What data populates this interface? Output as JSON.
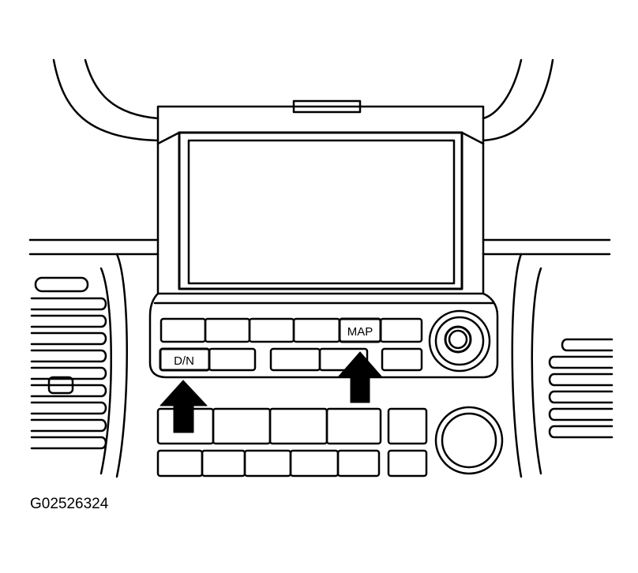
{
  "labels": {
    "dn": "D/N",
    "map": "MAP"
  },
  "figure_id": "G02526324",
  "colors": {
    "ink": "#000000",
    "paper": "#ffffff"
  },
  "icons": [
    "arrow-up-icon",
    "arrow-up-icon"
  ]
}
